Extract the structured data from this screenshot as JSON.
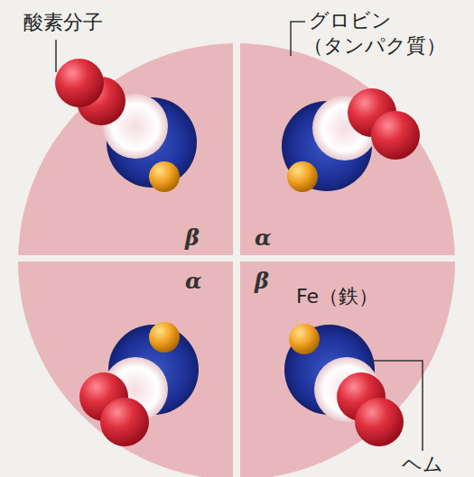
{
  "diagram": {
    "labels": [
      "酸素分子",
      "グロビン",
      "（タンパク質）",
      "β",
      "α",
      "α",
      "β",
      "Fe（鉄）",
      "ヘム"
    ]
  }
}
